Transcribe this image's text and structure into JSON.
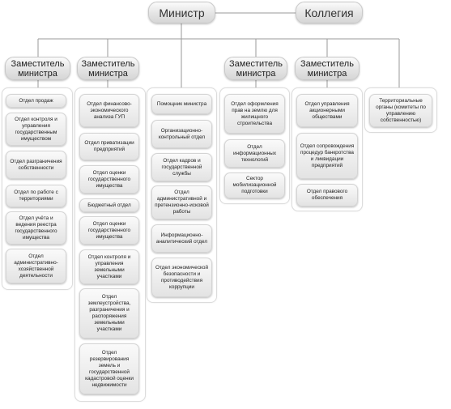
{
  "top": {
    "minister": "Министр",
    "board": "Коллегия"
  },
  "deputies": [
    {
      "label": "Заместитель министра"
    },
    {
      "label": "Заместитель министра"
    },
    {
      "label": "Заместитель министра"
    },
    {
      "label": "Заместитель министра"
    }
  ],
  "columns": [
    {
      "items": [
        "Отдел продаж",
        "Отдел контроля и управления государственным имуществом",
        "Отдел разграничения собственности",
        "Отдел по работе с территориями",
        "Отдел учёта и ведения реестра государственного имущества",
        "Отдел административно-хозяйственной деятельности"
      ]
    },
    {
      "items": [
        "Отдел финансово-экономического анализа ГУП",
        "Отдел приватизации предприятий",
        "Отдел оценки государственного имущества",
        "Бюджетный отдел",
        "Отдел оценки государственного имущества",
        "Отдел контроля и управления земельными участками",
        "Отдел землеустройства, разграничения и распоряжения земельными участками",
        "Отдел резервирования земель и государственной кадастровой оценки недвижимости"
      ]
    },
    {
      "items": [
        "Помощник министра",
        "Организационно-контрольный отдел",
        "Отдел кадров и государственной службы",
        "Отдел административной и претензионно-исковой работы",
        "Информационно-аналитический отдел",
        "Отдел экономической безопасности и противодействия коррупции"
      ]
    },
    {
      "items": [
        "Отдел оформления прав на землю для жилищного строительства",
        "Отдел информационных технологий",
        "Сектор мобилизационной подготовки"
      ]
    },
    {
      "items": [
        "Отдел управления акционерными обществами",
        "Отдел сопровождения процедур банкротства и ликвидации предприятий",
        "Отдел правового обеспечения"
      ]
    },
    {
      "items": [
        "Территориальные органы (комитеты по управлению собственностью)"
      ]
    }
  ]
}
